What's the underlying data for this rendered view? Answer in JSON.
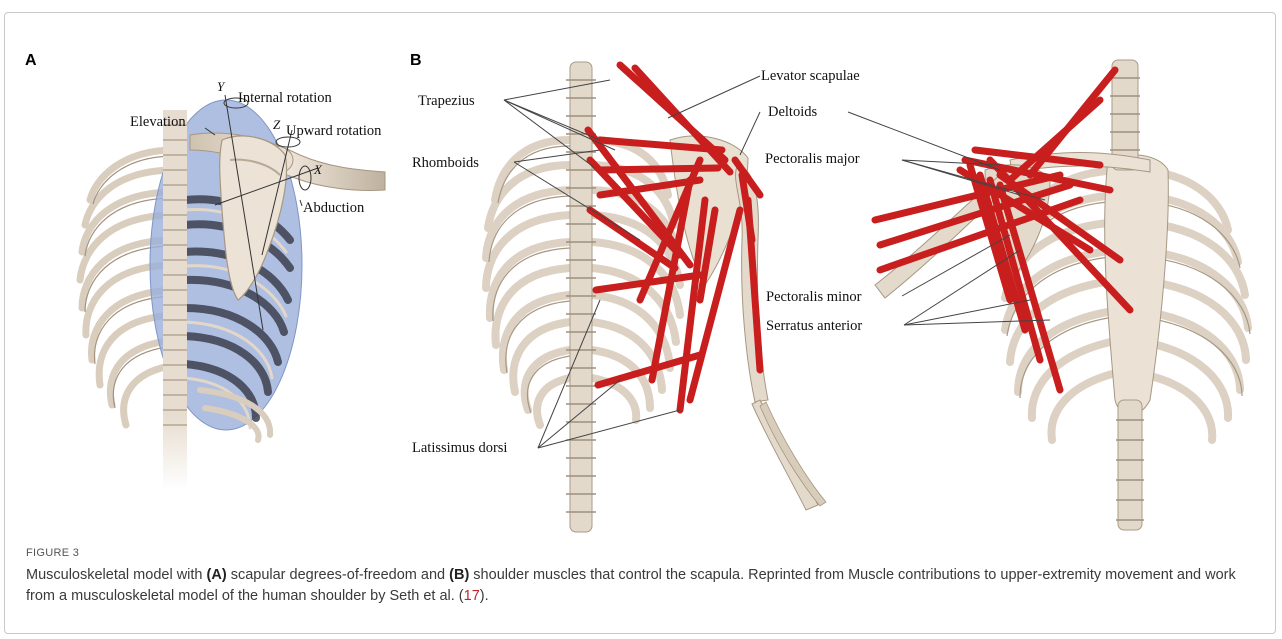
{
  "figure": {
    "panel_a": "A",
    "panel_b": "B",
    "labels_a": {
      "y_axis": "Y",
      "z_axis": "Z",
      "x_axis": "X",
      "internal_rotation": "Internal rotation",
      "elevation": "Elevation",
      "upward_rotation": "Upward rotation",
      "abduction": "Abduction"
    },
    "labels_b": {
      "trapezius": "Trapezius",
      "rhomboids": "Rhomboids",
      "latissimus_dorsi": "Latissimus dorsi",
      "levator_scapulae": "Levator scapulae",
      "deltoids": "Deltoids",
      "pectoralis_major": "Pectoralis major",
      "pectoralis_minor": "Pectoralis minor",
      "serratus_anterior": "Serratus anterior"
    },
    "colors": {
      "bone": "#e8ddd0",
      "bone_shadow": "#b9ab98",
      "muscle": "#cc1f1f",
      "ellipsoid": "#8fa8d8"
    }
  },
  "caption": {
    "label": "FIGURE 3",
    "t1": "Musculoskeletal model with ",
    "a_bold": "(A)",
    "t2": " scapular degrees-of-freedom and ",
    "b_bold": "(B)",
    "t3": " shoulder muscles that control the scapula. Reprinted from Muscle contributions to upper-extremity movement and work from a musculoskeletal model of the human shoulder by Seth et al. (",
    "ref": "17",
    "t4": ")."
  }
}
